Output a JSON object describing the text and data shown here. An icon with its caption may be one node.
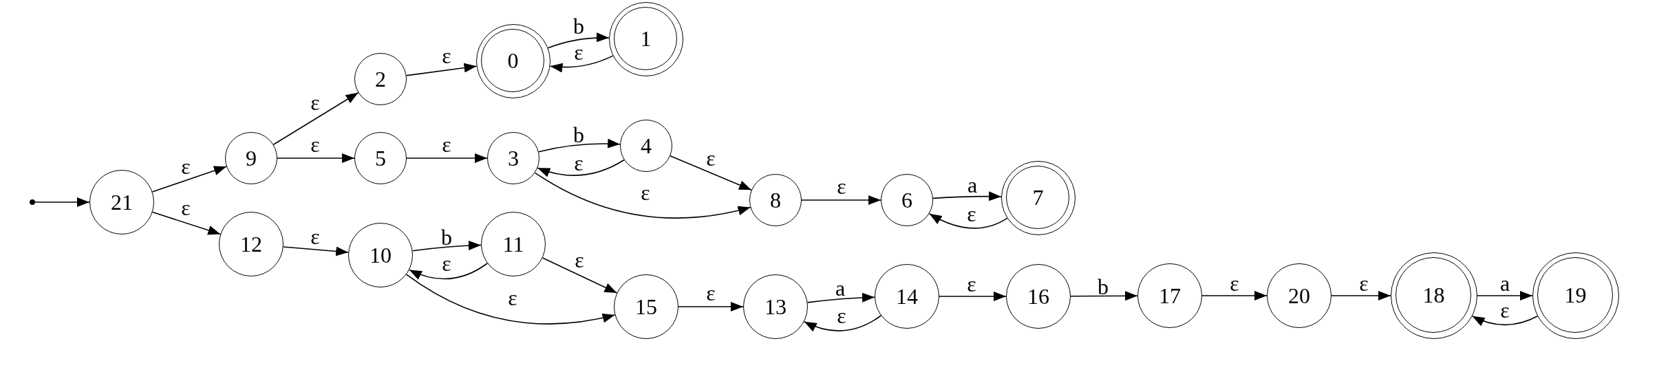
{
  "diagram": {
    "nodes": [
      {
        "text": [],
        "shape": "dot"
      },
      {
        "text": [
          "21"
        ]
      },
      {
        "text": [
          "9"
        ]
      },
      {
        "text": [
          "12"
        ]
      },
      {
        "text": [
          "2"
        ]
      },
      {
        "text": [
          "5"
        ]
      },
      {
        "text": [
          "10"
        ]
      },
      {
        "text": [],
        "shape": "circle"
      },
      {
        "text": [
          "0"
        ],
        "in": 7
      },
      {
        "text": [
          "3"
        ]
      },
      {
        "text": [
          "11"
        ]
      },
      {
        "text": [],
        "shape": "circle"
      },
      {
        "text": [
          "1"
        ],
        "in": 11
      },
      {
        "text": [
          "4"
        ]
      },
      {
        "text": [
          "15"
        ]
      },
      {
        "text": [
          "8"
        ]
      },
      {
        "text": [
          "13"
        ]
      },
      {
        "text": [
          "6"
        ]
      },
      {
        "text": [
          "14"
        ]
      },
      {
        "text": [],
        "shape": "circle"
      },
      {
        "text": [
          "7"
        ],
        "in": 19
      },
      {
        "text": [
          "16"
        ]
      },
      {
        "text": [
          "17"
        ]
      },
      {
        "text": [
          "20"
        ]
      },
      {
        "text": [],
        "shape": "circle"
      },
      {
        "text": [
          "18"
        ],
        "in": 24
      },
      {
        "text": [],
        "shape": "circle"
      },
      {
        "text": [
          "19"
        ],
        "in": 26
      }
    ],
    "edges": [
      {
        "from": 0,
        "to": 1,
        "arrow": "to"
      },
      {
        "from": 1,
        "to": 2,
        "label": "ε",
        "arrow": "to"
      },
      {
        "from": 1,
        "to": 3,
        "label": "ε",
        "arrow": "to"
      },
      {
        "from": 2,
        "to": 4,
        "label": "ε",
        "arrow": "to"
      },
      {
        "from": 2,
        "to": 5,
        "label": "ε",
        "arrow": "to"
      },
      {
        "from": 4,
        "to": 7,
        "label": "ε",
        "arrow": "to"
      },
      {
        "from": 7,
        "to": 11,
        "label": "b",
        "arrow": "to"
      },
      {
        "from": 11,
        "to": 7,
        "label": "ε",
        "arrow": "to"
      },
      {
        "from": 5,
        "to": 9,
        "label": "ε",
        "arrow": "to"
      },
      {
        "from": 9,
        "to": 13,
        "label": "b",
        "arrow": "to"
      },
      {
        "from": 13,
        "to": 9,
        "label": "ε",
        "arrow": "to"
      },
      {
        "from": 13,
        "to": 15,
        "label": "ε",
        "arrow": "to"
      },
      {
        "from": 9,
        "to": 15,
        "label": "ε",
        "arrow": "to"
      },
      {
        "from": 15,
        "to": 17,
        "label": "ε",
        "arrow": "to"
      },
      {
        "from": 17,
        "to": 19,
        "label": "a",
        "arrow": "to"
      },
      {
        "from": 19,
        "to": 17,
        "label": "ε",
        "arrow": "to"
      },
      {
        "from": 3,
        "to": 6,
        "label": "ε",
        "arrow": "to"
      },
      {
        "from": 6,
        "to": 10,
        "label": "b",
        "arrow": "to"
      },
      {
        "from": 10,
        "to": 6,
        "label": "ε",
        "arrow": "to"
      },
      {
        "from": 10,
        "to": 14,
        "label": "ε",
        "arrow": "to"
      },
      {
        "from": 6,
        "to": 14,
        "label": "ε",
        "arrow": "to"
      },
      {
        "from": 14,
        "to": 16,
        "label": "ε",
        "arrow": "to"
      },
      {
        "from": 16,
        "to": 18,
        "label": "a",
        "arrow": "to"
      },
      {
        "from": 18,
        "to": 16,
        "label": "ε",
        "arrow": "to"
      },
      {
        "from": 18,
        "to": 21,
        "label": "ε",
        "arrow": "to"
      },
      {
        "from": 21,
        "to": 22,
        "label": "b",
        "arrow": "to"
      },
      {
        "from": 22,
        "to": 23,
        "label": "ε",
        "arrow": "to"
      },
      {
        "from": 23,
        "to": 24,
        "label": "ε",
        "arrow": "to"
      },
      {
        "from": 24,
        "to": 26,
        "label": "a",
        "arrow": "to"
      },
      {
        "from": 26,
        "to": 24,
        "label": "ε",
        "arrow": "to"
      }
    ]
  }
}
